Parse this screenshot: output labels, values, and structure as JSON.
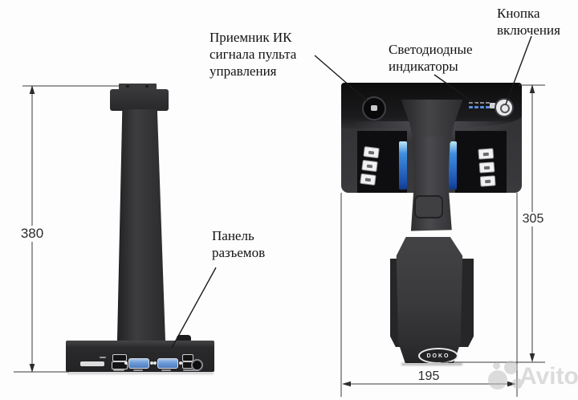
{
  "callouts": {
    "ir_receiver": {
      "line1": "Приемник ИК",
      "line2": "сигнала пульта",
      "line3": "управления"
    },
    "led_indicators": {
      "line1": "Светодиодные",
      "line2": "индикаторы"
    },
    "power_button": {
      "line1": "Кнопка",
      "line2": "включения"
    },
    "connector_panel": {
      "line1": "Панель",
      "line2": "разъемов"
    }
  },
  "dimensions": {
    "height": "380",
    "depth": "305",
    "width": "195"
  },
  "device": {
    "brand_logo": "DOKO"
  },
  "watermark": {
    "text": "Avito"
  },
  "colors": {
    "device_dark": "#2b2b2d",
    "led_strip_blue": "#3f8fe0",
    "vga_blue": "#6f9edb",
    "dimension_line": "#3a3a3a",
    "label_text": "#121212",
    "watermark_gray": "#c0c0c0"
  }
}
